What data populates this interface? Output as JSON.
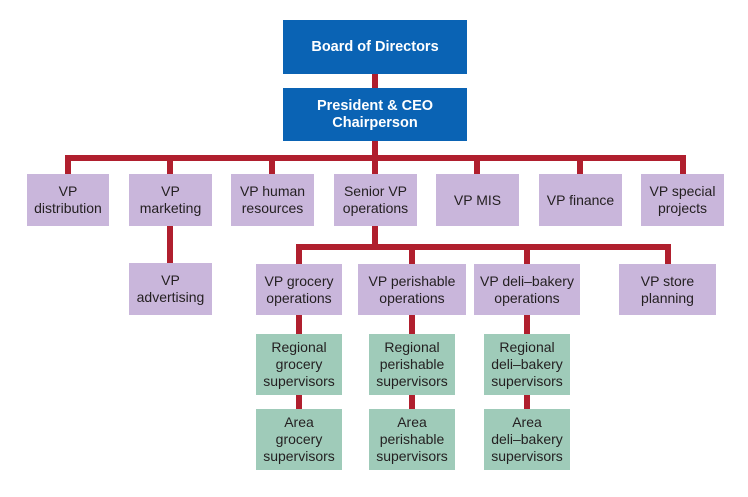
{
  "colors": {
    "executive": "#0a63b4",
    "vp": "#c9b6db",
    "supervisor": "#9fcbb9",
    "connector": "#b01f2e"
  },
  "nodes": {
    "board": "Board of Directors",
    "president": "President & CEO\nChairperson",
    "vp_distribution": "VP\ndistribution",
    "vp_marketing": "VP\nmarketing",
    "vp_human_resources": "VP human\nresources",
    "senior_vp_operations": "Senior VP\noperations",
    "vp_mis": "VP MIS",
    "vp_finance": "VP finance",
    "vp_special_projects": "VP special\nprojects",
    "vp_advertising": "VP\nadvertising",
    "vp_grocery_operations": "VP grocery\noperations",
    "vp_perishable_operations": "VP perishable\noperations",
    "vp_deli_bakery_operations": "VP deli–bakery\noperations",
    "vp_store_planning": "VP store\nplanning",
    "regional_grocery_supervisors": "Regional\ngrocery\nsupervisors",
    "regional_perishable_supervisors": "Regional\nperishable\nsupervisors",
    "regional_deli_bakery_supervisors": "Regional\ndeli–bakery\nsupervisors",
    "area_grocery_supervisors": "Area\ngrocery\nsupervisors",
    "area_perishable_supervisors": "Area\nperishable\nsupervisors",
    "area_deli_bakery_supervisors": "Area\ndeli–bakery\nsupervisors"
  }
}
